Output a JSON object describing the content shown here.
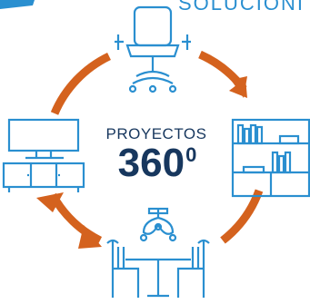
{
  "header": {
    "text": "SOLUCIONI"
  },
  "center": {
    "label": "PROYECTOS",
    "number": "360",
    "superscript": "0"
  },
  "colors": {
    "arrow": "#d4621e",
    "icon_line": "#2a8fd0",
    "text_dark": "#17375e",
    "corner_tab": "#2a8fd0"
  },
  "icons": [
    "office-chair-icon",
    "bookshelf-icon",
    "dining-table-lamp-icon",
    "tv-cabinet-icon"
  ]
}
